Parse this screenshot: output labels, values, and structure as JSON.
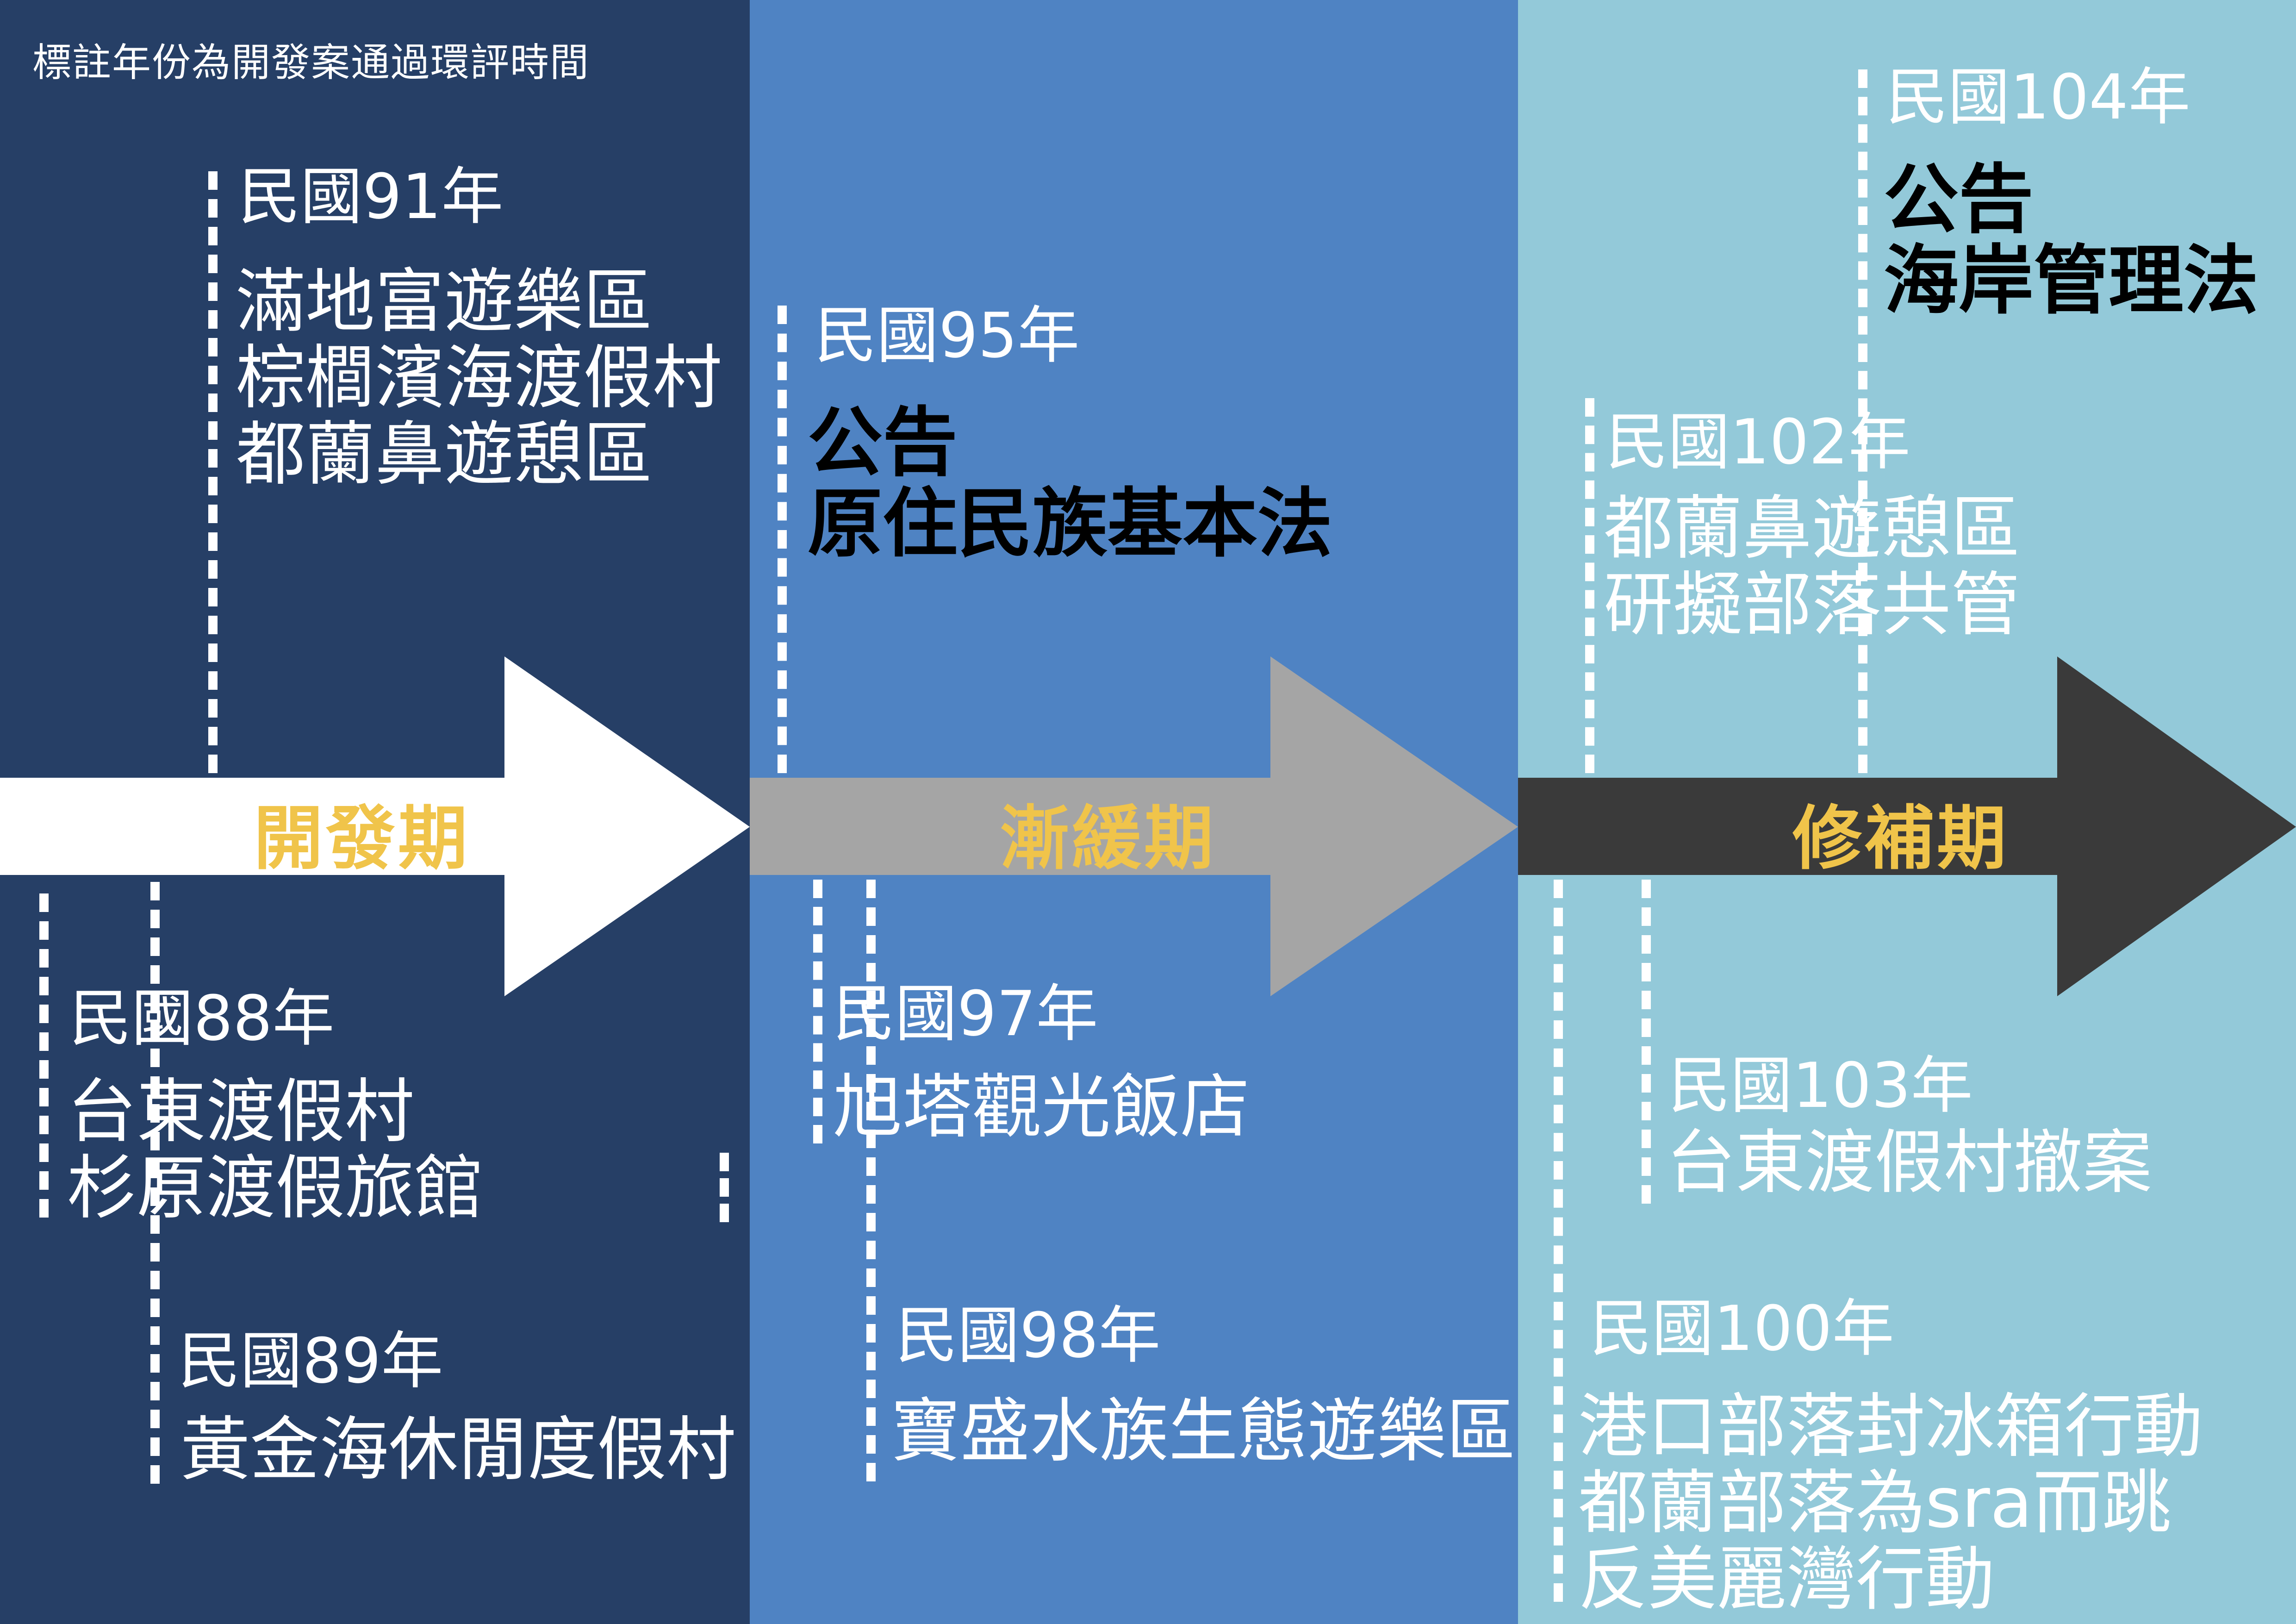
{
  "note": "標註年份為開發案通過環評時間",
  "colors": {
    "panel_development": "#263f66",
    "panel_slowdown": "#4f83c3",
    "panel_remedy": "#93c9d9",
    "arrow_development": "#ffffff",
    "arrow_slowdown": "#a5a5a5",
    "arrow_remedy": "#3a3a3a",
    "phase_label": "#f0c44a",
    "law_text": "#000000"
  },
  "phases": [
    {
      "label": "開發期"
    },
    {
      "label": "漸緩期"
    },
    {
      "label": "修補期"
    }
  ],
  "events": {
    "y91": {
      "year": "民國91年",
      "lines": [
        "滿地富遊樂區",
        "棕櫚濱海渡假村",
        "都蘭鼻遊憩區"
      ]
    },
    "y88": {
      "year": "民國88年",
      "lines": [
        "台東渡假村",
        "杉原渡假旅館"
      ]
    },
    "y89": {
      "year": "民國89年",
      "lines": [
        "黃金海休閒度假村"
      ]
    },
    "y95": {
      "year": "民國95年",
      "lines": [
        "公告",
        "原住民族基本法"
      ]
    },
    "y97": {
      "year": "民國97年",
      "lines": [
        "旭塔觀光飯店"
      ]
    },
    "y98": {
      "year": "民國98年",
      "lines": [
        "寶盛水族生態遊樂區"
      ]
    },
    "y104": {
      "year": "民國104年",
      "lines": [
        "公告",
        "海岸管理法"
      ]
    },
    "y102": {
      "year": "民國102年",
      "lines": [
        "都蘭鼻遊憩區",
        "研擬部落共管"
      ]
    },
    "y103": {
      "year": "民國103年",
      "lines": [
        "台東渡假村撤案"
      ]
    },
    "y100": {
      "year": "民國100年",
      "lines": [
        "港口部落封冰箱行動",
        "都蘭部落為sra而跳",
        "反美麗灣行動"
      ]
    }
  }
}
